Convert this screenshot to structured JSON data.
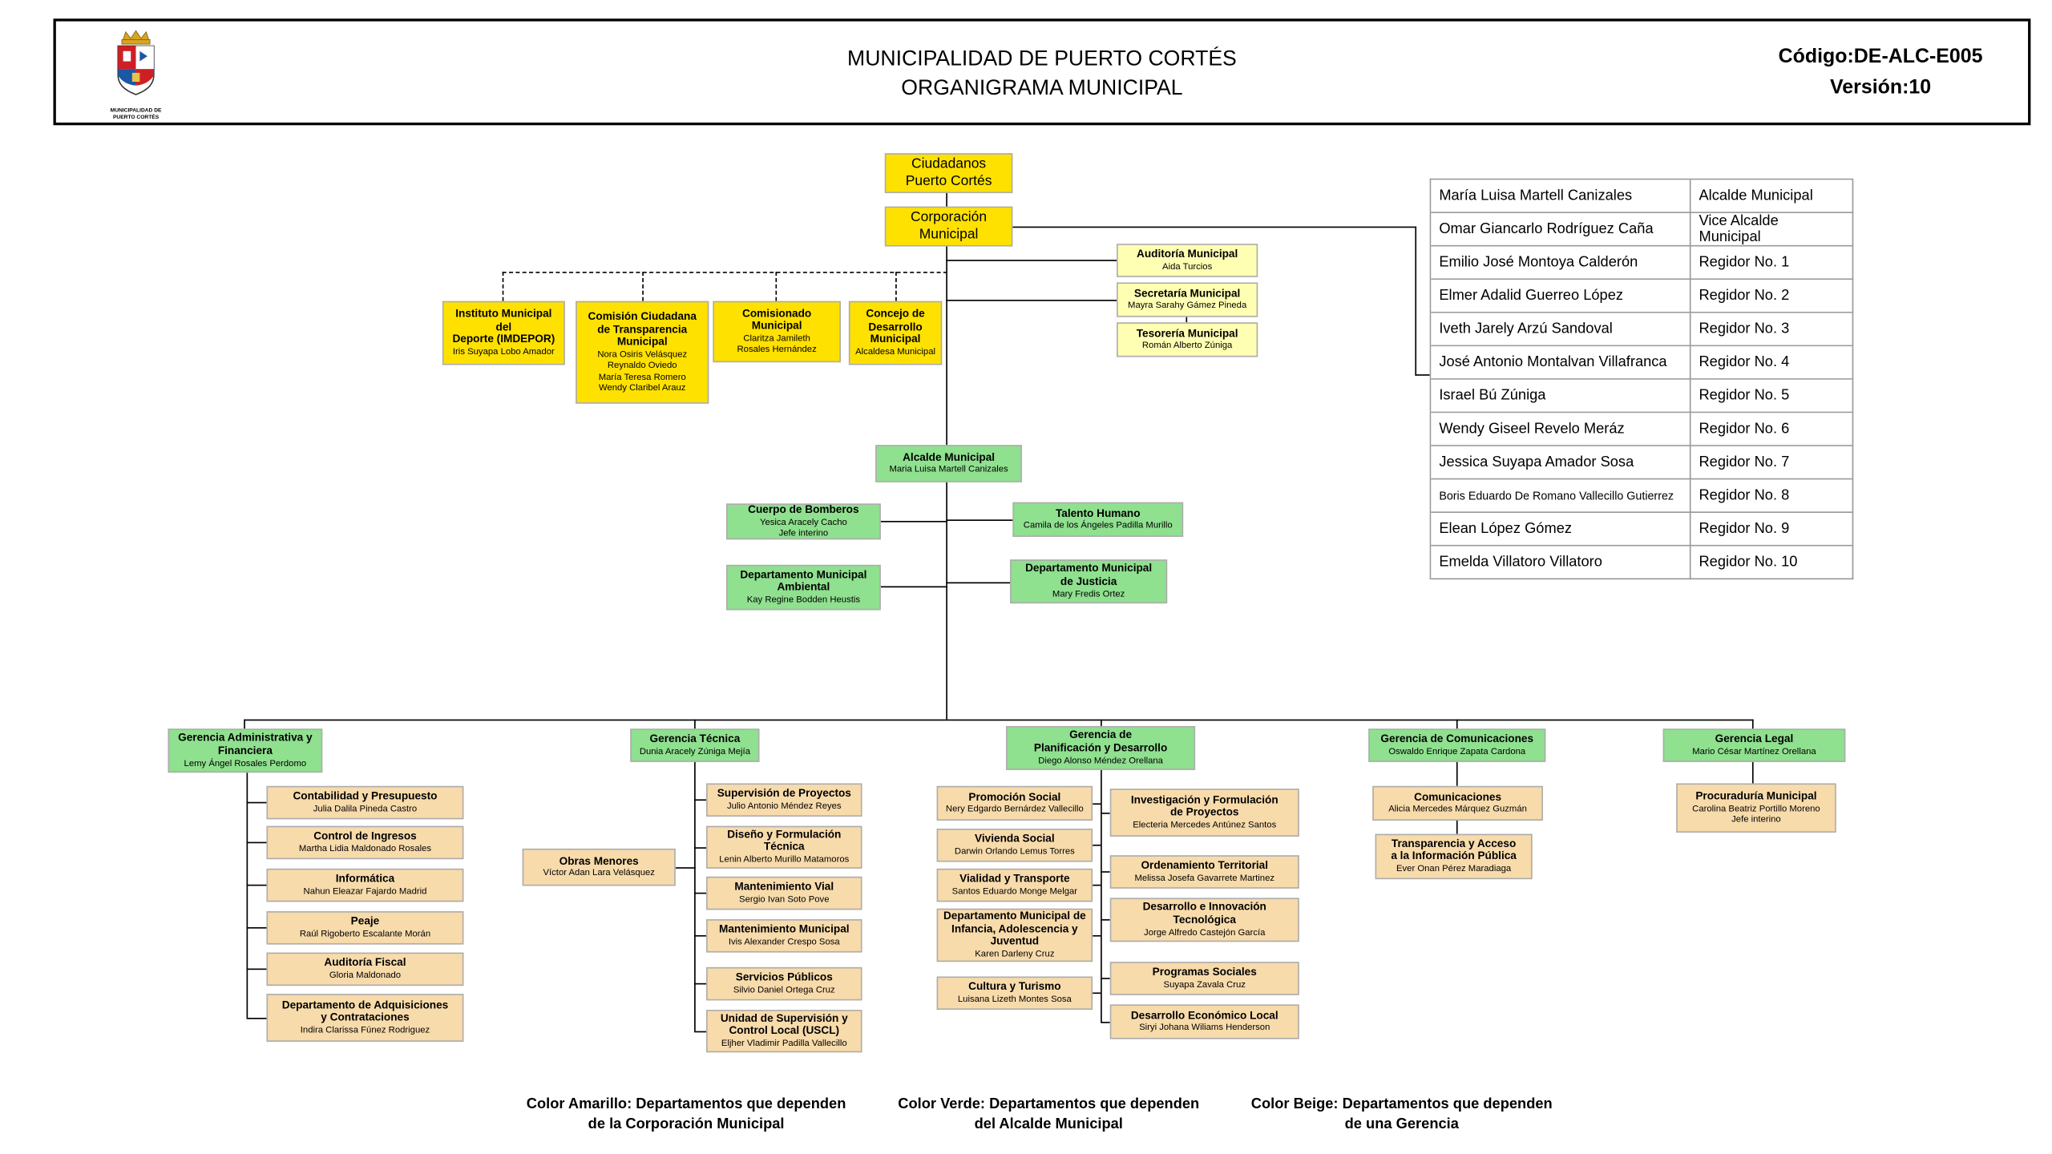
{
  "header": {
    "title": "MUNICIPALIDAD DE PUERTO CORTÉS\nORGANIGRAMA MUNICIPAL",
    "code": "Código:DE-ALC-E005",
    "version": "Versión:10",
    "logo_caption": "MUNICIPALIDAD DE\nPUERTO CORTÉS"
  },
  "colors": {
    "yellow": "#ffe100",
    "light_yellow": "#ffffb3",
    "green": "#8fe08f",
    "beige": "#f8dbab"
  },
  "nodes": {
    "ciudadanos": {
      "title": "Ciudadanos\nPuerto Cortés"
    },
    "corporacion": {
      "title": "Corporación\nMunicipal"
    },
    "auditoria": {
      "title": "Auditoría Municipal",
      "people": "Aida Turcios"
    },
    "secretaria": {
      "title": "Secretaría Municipal",
      "people": "Mayra Sarahy Gámez Pineda"
    },
    "tesoreria": {
      "title": "Tesorería Municipal",
      "people": "Román Alberto Zúniga"
    },
    "imdepor": {
      "title": "Instituto Municipal del\nDeporte (IMDEPOR)",
      "people": "Iris Suyapa Lobo Amador"
    },
    "comision": {
      "title": "Comisión Ciudadana\nde Transparencia\nMunicipal",
      "people": "Nora Osiris Velásquez\nReynaldo Oviedo\nMaría Teresa Romero\nWendy Claribel Arauz"
    },
    "comisionado": {
      "title": "Comisionado Municipal",
      "people": "Claritza Jamileth\nRosales Hernández"
    },
    "concejo": {
      "title": "Concejo de\nDesarrollo\nMunicipal",
      "people": "Alcaldesa Municipal"
    },
    "alcalde": {
      "title": "Alcalde Municipal",
      "people": "Maria Luisa Martell Canizales"
    },
    "bomberos": {
      "title": "Cuerpo de Bomberos",
      "people": "Yesica Aracely Cacho\nJefe interino"
    },
    "talento": {
      "title": "Talento Humano",
      "people": "Camila de los Ángeles Padilla Murillo"
    },
    "ambiental": {
      "title": "Departamento Municipal\nAmbiental",
      "people": "Kay Regine Bodden Heustis"
    },
    "justicia": {
      "title": "Departamento Municipal\nde Justicia",
      "people": "Mary Fredis Ortez"
    },
    "ger_admin": {
      "title": "Gerencia Administrativa y\nFinanciera",
      "people": "Lemy Ángel Rosales Perdomo"
    },
    "ger_tecnica": {
      "title": "Gerencia Técnica",
      "people": "Dunia Aracely Zúniga Mejía"
    },
    "ger_planificacion": {
      "title": "Gerencia de\nPlanificación y Desarrollo",
      "people": "Diego Alonso Méndez Orellana"
    },
    "ger_comunicaciones": {
      "title": "Gerencia de Comunicaciones",
      "people": "Oswaldo Enrique Zapata Cardona"
    },
    "ger_legal": {
      "title": "Gerencia Legal",
      "people": "Mario César Martínez Orellana"
    },
    "contabilidad": {
      "title": "Contabilidad y Presupuesto",
      "people": "Julia Dalila Pineda Castro"
    },
    "control_ingresos": {
      "title": "Control de Ingresos",
      "people": "Martha Lidia Maldonado Rosales"
    },
    "informatica": {
      "title": "Informática",
      "people": "Nahun Eleazar Fajardo Madrid"
    },
    "peaje": {
      "title": "Peaje",
      "people": "Raúl Rigoberto Escalante Morán"
    },
    "auditoria_fiscal": {
      "title": "Auditoría Fiscal",
      "people": "Gloria Maldonado"
    },
    "adquisiciones": {
      "title": "Departamento de Adquisiciones\ny Contrataciones",
      "people": "Indira Clarissa Fúnez Rodriguez"
    },
    "supervision": {
      "title": "Supervisión de Proyectos",
      "people": "Julio Antonio Méndez Reyes"
    },
    "diseno": {
      "title": "Diseño y Formulación\nTécnica",
      "people": "Lenin Alberto Murillo Matamoros"
    },
    "mant_vial": {
      "title": "Mantenimiento Vial",
      "people": "Sergio Ivan Soto Pove"
    },
    "mant_municipal": {
      "title": "Mantenimiento Municipal",
      "people": "Ivis Alexander Crespo Sosa"
    },
    "servicios_publicos": {
      "title": "Servicios Públicos",
      "people": "Silvio Daniel Ortega Cruz"
    },
    "uscl": {
      "title": "Unidad de Supervisión y\nControl Local (USCL)",
      "people": "Eljher Vladimir Padilla Vallecillo"
    },
    "obras_menores": {
      "title": "Obras Menores",
      "people": "Víctor Adan Lara Velásquez"
    },
    "promocion": {
      "title": "Promoción Social",
      "people": "Nery Edgardo Bernárdez Vallecillo"
    },
    "vivienda": {
      "title": "Vivienda Social",
      "people": "Darwin Orlando Lemus Torres"
    },
    "vialidad": {
      "title": "Vialidad y Transporte",
      "people": "Santos Eduardo Monge Melgar"
    },
    "infancia": {
      "title": "Departamento Municipal de\nInfancia, Adolescencia y\nJuventud",
      "people": "Karen Darleny Cruz"
    },
    "cultura": {
      "title": "Cultura y Turismo",
      "people": "Luisana Lizeth Montes Sosa"
    },
    "investigacion": {
      "title": "Investigación y Formulación\nde Proyectos",
      "people": "Electeria Mercedes Antúnez Santos"
    },
    "ordenamiento": {
      "title": "Ordenamiento Territorial",
      "people": "Melissa Josefa Gavarrete Martinez"
    },
    "des_innovacion": {
      "title": "Desarrollo e Innovación\nTecnológica",
      "people": "Jorge Alfredo Castejón García"
    },
    "programas": {
      "title": "Programas Sociales",
      "people": "Suyapa Zavala Cruz"
    },
    "des_economico": {
      "title": "Desarrollo Económico Local",
      "people": "Siryi Johana Wiliams Henderson"
    },
    "comunicaciones": {
      "title": "Comunicaciones",
      "people": "Alicia Mercedes Márquez Guzmán"
    },
    "transparencia": {
      "title": "Transparencia y Acceso\na la Información Pública",
      "people": "Ever Onan Pérez Maradiaga"
    },
    "procuraduria": {
      "title": "Procuraduría Municipal",
      "people": "Carolina Beatriz Portillo Moreno\nJefe interino"
    }
  },
  "officials": {
    "rows": [
      {
        "name": "María Luisa Martell Canizales",
        "role": "Alcalde Municipal"
      },
      {
        "name": "Omar Giancarlo Rodríguez Caña",
        "role": "Vice Alcalde Municipal"
      },
      {
        "name": "Emilio José Montoya Calderón",
        "role": "Regidor No. 1"
      },
      {
        "name": "Elmer Adalid Guerreo López",
        "role": "Regidor No. 2"
      },
      {
        "name": "Iveth Jarely Arzú Sandoval",
        "role": "Regidor No. 3"
      },
      {
        "name": "José Antonio Montalvan Villafranca",
        "role": "Regidor No. 4"
      },
      {
        "name": "Israel Bú Zúniga",
        "role": "Regidor No. 5"
      },
      {
        "name": "Wendy Giseel Revelo Meráz",
        "role": "Regidor No. 6"
      },
      {
        "name": "Jessica Suyapa Amador Sosa",
        "role": "Regidor No. 7"
      },
      {
        "name": "Boris Eduardo De Romano Vallecillo Gutierrez",
        "role": "Regidor No. 8"
      },
      {
        "name": "Elean López Gómez",
        "role": "Regidor No. 9"
      },
      {
        "name": "Emelda Villatoro Villatoro",
        "role": "Regidor No. 10"
      }
    ]
  },
  "legend": {
    "amarillo": "Color Amarillo: Departamentos que dependen\nde la Corporación Municipal",
    "verde": "Color Verde: Departamentos que dependen\ndel Alcalde Municipal",
    "beige": "Color Beige: Departamentos que dependen\nde una Gerencia"
  }
}
